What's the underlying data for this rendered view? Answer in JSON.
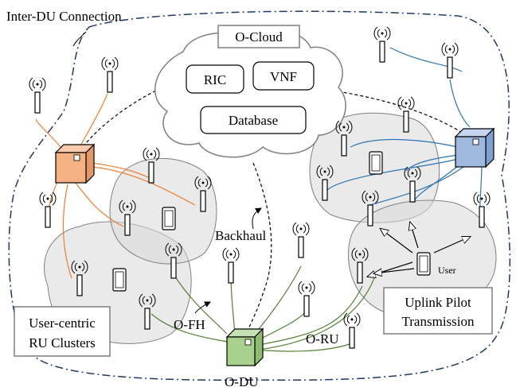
{
  "labels": {
    "inter_du": "Inter-DU Connection",
    "o_cloud": "O-Cloud",
    "ric": "RIC",
    "vnf": "VNF",
    "database": "Database",
    "backhaul": "Backhaul",
    "o_fh": "O-FH",
    "o_ru": "O-RU",
    "o_du": "O-DU",
    "user": "User",
    "uplink_line1": "Uplink Pilot",
    "uplink_line2": "Transmission",
    "clusters_line1": "User-centric",
    "clusters_line2": "RU Clusters"
  },
  "colors": {
    "du_left": "#f4b183",
    "du_right": "#9fb8e0",
    "du_bottom": "#a9d18e",
    "link_left": "#ed7d31",
    "link_right": "#2e75b6",
    "link_bottom": "#548235",
    "inter_du": "#1f3864"
  }
}
